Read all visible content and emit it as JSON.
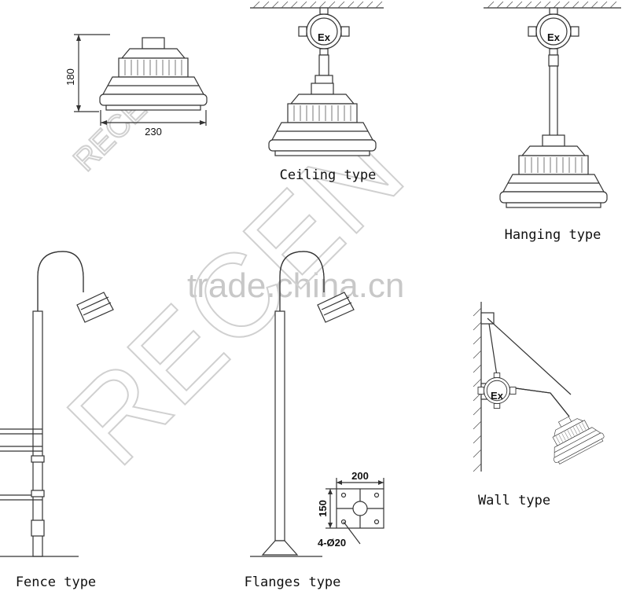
{
  "labels": {
    "ceiling": "Ceiling type",
    "hanging": "Hanging type",
    "fence": "Fence type",
    "flanges": "Flanges type",
    "wall": "Wall type"
  },
  "dimensions": {
    "lamp_height": "180",
    "lamp_width": "230",
    "flange_width": "200",
    "flange_height": "150",
    "flange_holes": "4-Ø20"
  },
  "junction_box_mark": "Ex",
  "watermark": {
    "site": "trade.china.cn",
    "brand": "RECEN"
  }
}
